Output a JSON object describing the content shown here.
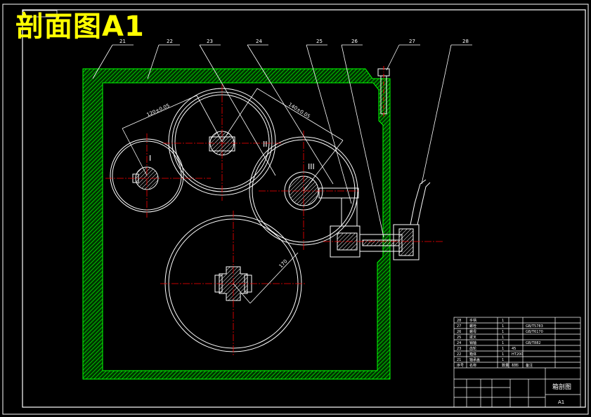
{
  "title": "剖面图A1",
  "colors": {
    "background": "#000000",
    "frame": "#ffffff",
    "housing": "#00ff00",
    "centerline": "#ff0000",
    "outline": "#ffffff",
    "leader": "#ffffff",
    "title": "#ffff00"
  },
  "callouts": [
    "21",
    "22",
    "23",
    "24",
    "25",
    "26",
    "27",
    "28"
  ],
  "shaft_labels": [
    "I",
    "II",
    "III"
  ],
  "dimensions": {
    "d1": "120±0.05",
    "d2": "140±0.05",
    "d3": "170"
  },
  "title_block": {
    "drawing_name": "箱剖图",
    "sheet": "A1",
    "header": [
      "序号",
      "名称",
      "数量",
      "材料",
      "备注"
    ],
    "rows": [
      [
        "28",
        "手柄",
        "1",
        "",
        ""
      ],
      [
        "27",
        "螺栓",
        "1",
        "",
        "GB/T5783"
      ],
      [
        "26",
        "螺母",
        "1",
        "",
        "GB/T6170"
      ],
      [
        "25",
        "拨叉",
        "1",
        "",
        ""
      ],
      [
        "24",
        "销轴",
        "1",
        "",
        "GB/T882"
      ],
      [
        "23",
        "齿轮",
        "1",
        "45",
        ""
      ],
      [
        "22",
        "箱体",
        "1",
        "HT200",
        ""
      ],
      [
        "21",
        "轴承盖",
        "1",
        "",
        ""
      ]
    ]
  }
}
